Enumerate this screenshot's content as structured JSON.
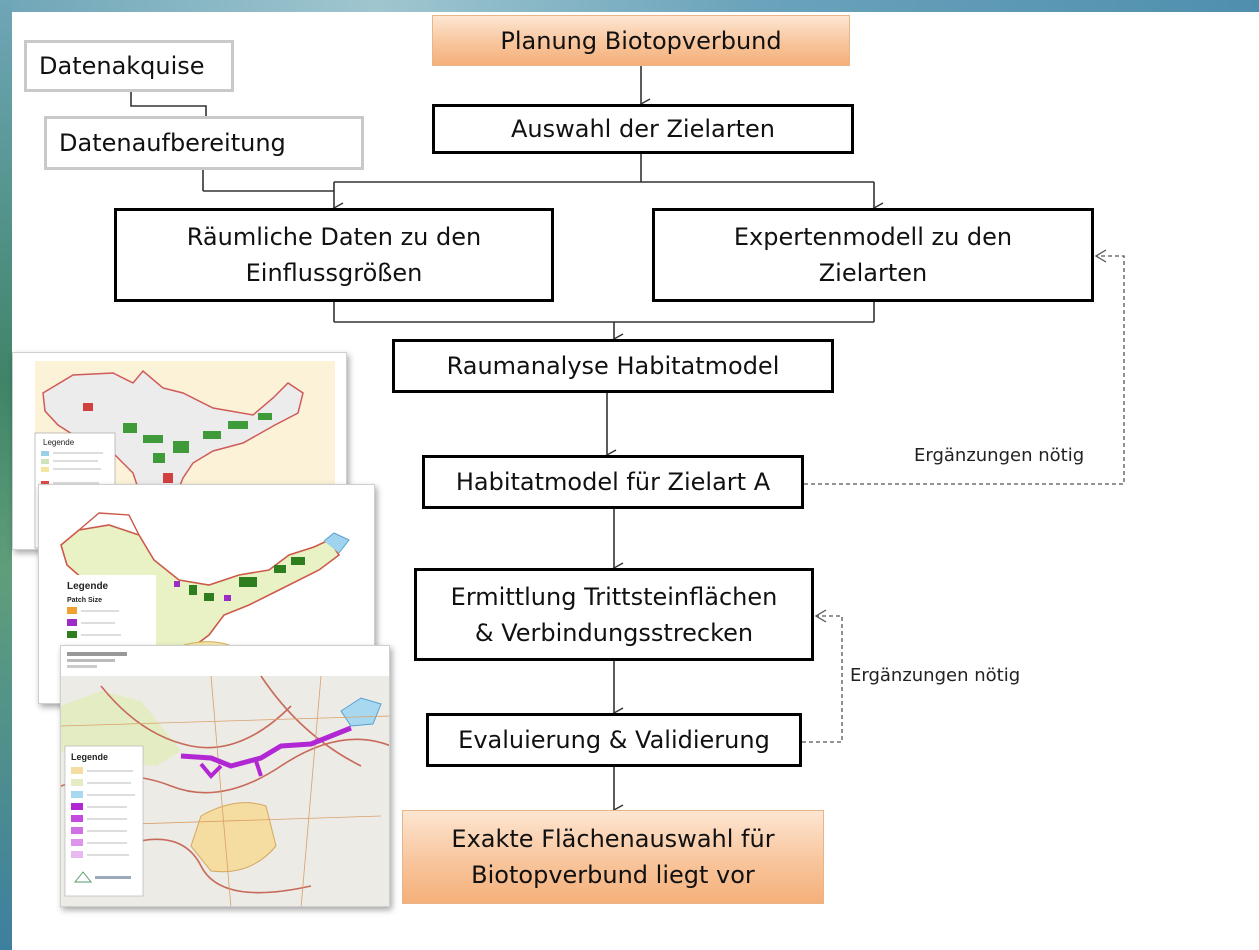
{
  "nodes": {
    "planung": "Planung Biotopverbund",
    "datenakquise": "Datenakquise",
    "datenaufbereitung": "Datenaufbereitung",
    "auswahl": "Auswahl der Zielarten",
    "raeumliche": "Räumliche Daten zu den\nEinflussgrößen",
    "expertenmodell": "Expertenmodell zu den\nZielarten",
    "raumanalyse": "Raumanalyse Habitatmodel",
    "habitatmodel": "Habitatmodel für Zielart A",
    "ermittlung": "Ermittlung Trittsteinflächen\n& Verbindungsstrecken",
    "evaluierung": "Evaluierung & Validierung",
    "exakte": "Exakte Flächenauswahl für\nBiotopverbund liegt vor"
  },
  "edge_labels": {
    "feedback_1": "Ergänzungen nötig",
    "feedback_2": "Ergänzungen nötig"
  },
  "map_legends": {
    "map_1": "Legende",
    "map_2": "Legende",
    "map_2_sub": "Patch Size",
    "map_3": "Legende"
  },
  "colors": {
    "orange_box": "#f8c59c",
    "box_border": "#000000",
    "grey_border": "#c9c9c9",
    "connector": "#333333"
  }
}
